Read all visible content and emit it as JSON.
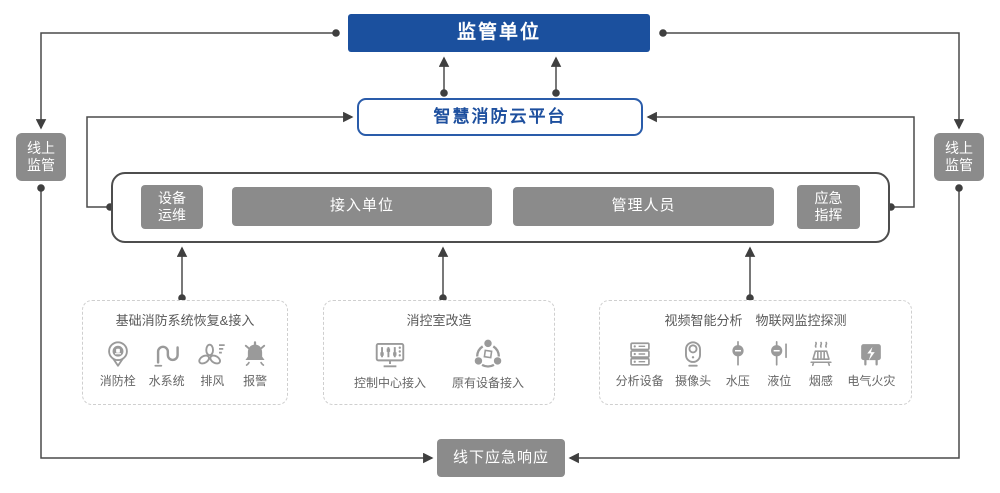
{
  "colors": {
    "primary_blue": "#1b509e",
    "platform_border_blue": "#2a5caa",
    "box_gray": "#8b8b8b",
    "line_gray": "#4a4a4a",
    "icon_gray": "#9a9a9a"
  },
  "nodes": {
    "regulator": "监管单位",
    "platform": "智慧消防云平台",
    "online_left": "线上\n监管",
    "online_right": "线上\n监管",
    "device_ops": "设备\n运维",
    "access_units": "接入单位",
    "managers": "管理人员",
    "emergency_cmd": "应急\n指挥",
    "offline_response": "线下应急响应"
  },
  "groups": [
    {
      "title": "基础消防系统恢复&接入",
      "items": [
        {
          "icon": "hydrant-icon",
          "label": "消防栓"
        },
        {
          "icon": "water-pipe-icon",
          "label": "水系统"
        },
        {
          "icon": "fan-icon",
          "label": "排风"
        },
        {
          "icon": "alarm-bell-icon",
          "label": "报警"
        }
      ]
    },
    {
      "title": "消控室改造",
      "items": [
        {
          "icon": "control-center-icon",
          "label": "控制中心接入"
        },
        {
          "icon": "legacy-device-icon",
          "label": "原有设备接入"
        }
      ]
    },
    {
      "title": "视频智能分析　物联网监控探测",
      "items": [
        {
          "icon": "server-icon",
          "label": "分析设备"
        },
        {
          "icon": "camera-icon",
          "label": "摄像头"
        },
        {
          "icon": "water-pressure-icon",
          "label": "水压"
        },
        {
          "icon": "liquid-level-icon",
          "label": "液位"
        },
        {
          "icon": "smoke-sensor-icon",
          "label": "烟感"
        },
        {
          "icon": "electrical-fire-icon",
          "label": "电气火灾"
        }
      ]
    }
  ]
}
